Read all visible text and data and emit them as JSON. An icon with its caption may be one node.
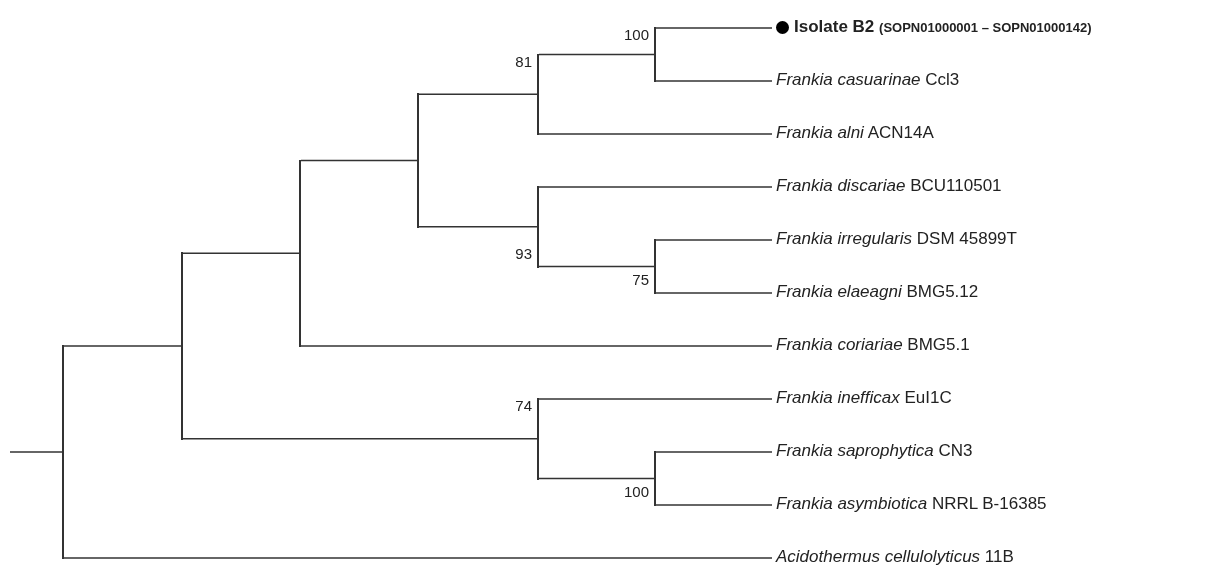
{
  "diagram": {
    "nodes": [
      {
        "text": [],
        "shape": "line"
      },
      {
        "text": [],
        "shape": "line"
      },
      {
        "text": [],
        "shape": "line"
      },
      {
        "text": [],
        "shape": "line"
      },
      {
        "text": [],
        "shape": "line",
        "beside": [
          "81"
        ]
      },
      {
        "text": [],
        "shape": "line",
        "beside": [
          "100"
        ]
      },
      {
        "text": [
          "Isolate B2",
          "(SOPN01000001 – SOPN01000142)"
        ]
      },
      {
        "text": [
          "*Frankia casuarinae* Ccl3"
        ]
      },
      {
        "text": [
          "*Frankia alni* ACN14A"
        ]
      },
      {
        "text": [],
        "shape": "line",
        "beside": [
          "93"
        ]
      },
      {
        "text": [
          "*Frankia discariae* BCU110501"
        ]
      },
      {
        "text": [],
        "shape": "line",
        "beside": [
          "75"
        ]
      },
      {
        "text": [
          "*Frankia irregularis* DSM 45899T"
        ]
      },
      {
        "text": [
          "*Frankia elaeagni* BMG5.12"
        ]
      },
      {
        "text": [
          "*Frankia coriariae* BMG5.1"
        ]
      },
      {
        "text": [],
        "shape": "line",
        "beside": [
          "74"
        ]
      },
      {
        "text": [
          "*Frankia inefficax* EuI1C"
        ]
      },
      {
        "text": [],
        "shape": "line",
        "beside": [
          "100"
        ]
      },
      {
        "text": [
          "*Frankia saprophytica* CN3"
        ]
      },
      {
        "text": [
          "*Frankia asymbiotica* NRRL B-16385"
        ]
      },
      {
        "text": [
          "*Acidothermus cellulolyticus* 11B"
        ]
      }
    ],
    "edges": [
      {
        "from": null,
        "to": 0,
        "arrow": "none"
      },
      {
        "from": 0,
        "to": 1,
        "arrow": "none"
      },
      {
        "from": 1,
        "to": 2,
        "arrow": "none"
      },
      {
        "from": 2,
        "to": 3,
        "arrow": "none"
      },
      {
        "from": 3,
        "to": 4,
        "arrow": "none"
      },
      {
        "from": 4,
        "to": 5,
        "arrow": "none"
      },
      {
        "from": 5,
        "to": 6,
        "arrow": "none"
      },
      {
        "from": 5,
        "to": 7,
        "arrow": "none"
      },
      {
        "from": 4,
        "to": 8,
        "arrow": "none"
      },
      {
        "from": 3,
        "to": 9,
        "arrow": "none"
      },
      {
        "from": 9,
        "to": 10,
        "arrow": "none"
      },
      {
        "from": 9,
        "to": 11,
        "arrow": "none"
      },
      {
        "from": 11,
        "to": 12,
        "arrow": "none"
      },
      {
        "from": 11,
        "to": 13,
        "arrow": "none"
      },
      {
        "from": 2,
        "to": 14,
        "arrow": "none"
      },
      {
        "from": 1,
        "to": 15,
        "arrow": "none"
      },
      {
        "from": 15,
        "to": 16,
        "arrow": "none"
      },
      {
        "from": 15,
        "to": 17,
        "arrow": "none"
      },
      {
        "from": 17,
        "to": 18,
        "arrow": "none"
      },
      {
        "from": 17,
        "to": 19,
        "arrow": "none"
      },
      {
        "from": 0,
        "to": 20,
        "arrow": "none"
      }
    ]
  }
}
